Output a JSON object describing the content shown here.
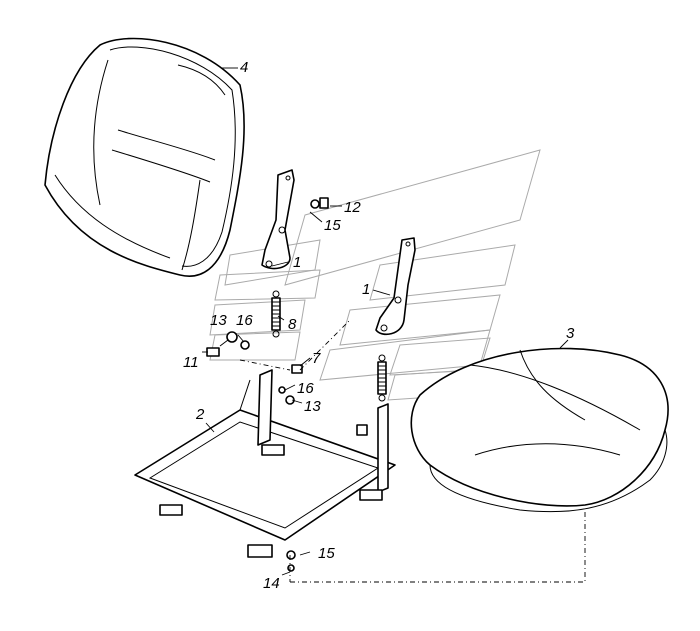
{
  "callouts": {
    "p1a": "1",
    "p1b": "1",
    "p2": "2",
    "p3": "3",
    "p4": "4",
    "p7": "7",
    "p8": "8",
    "p11": "11",
    "p12": "12",
    "p13a": "13",
    "p13b": "13",
    "p14": "14",
    "p15a": "15",
    "p15b": "15",
    "p16a": "16",
    "p16b": "16"
  }
}
